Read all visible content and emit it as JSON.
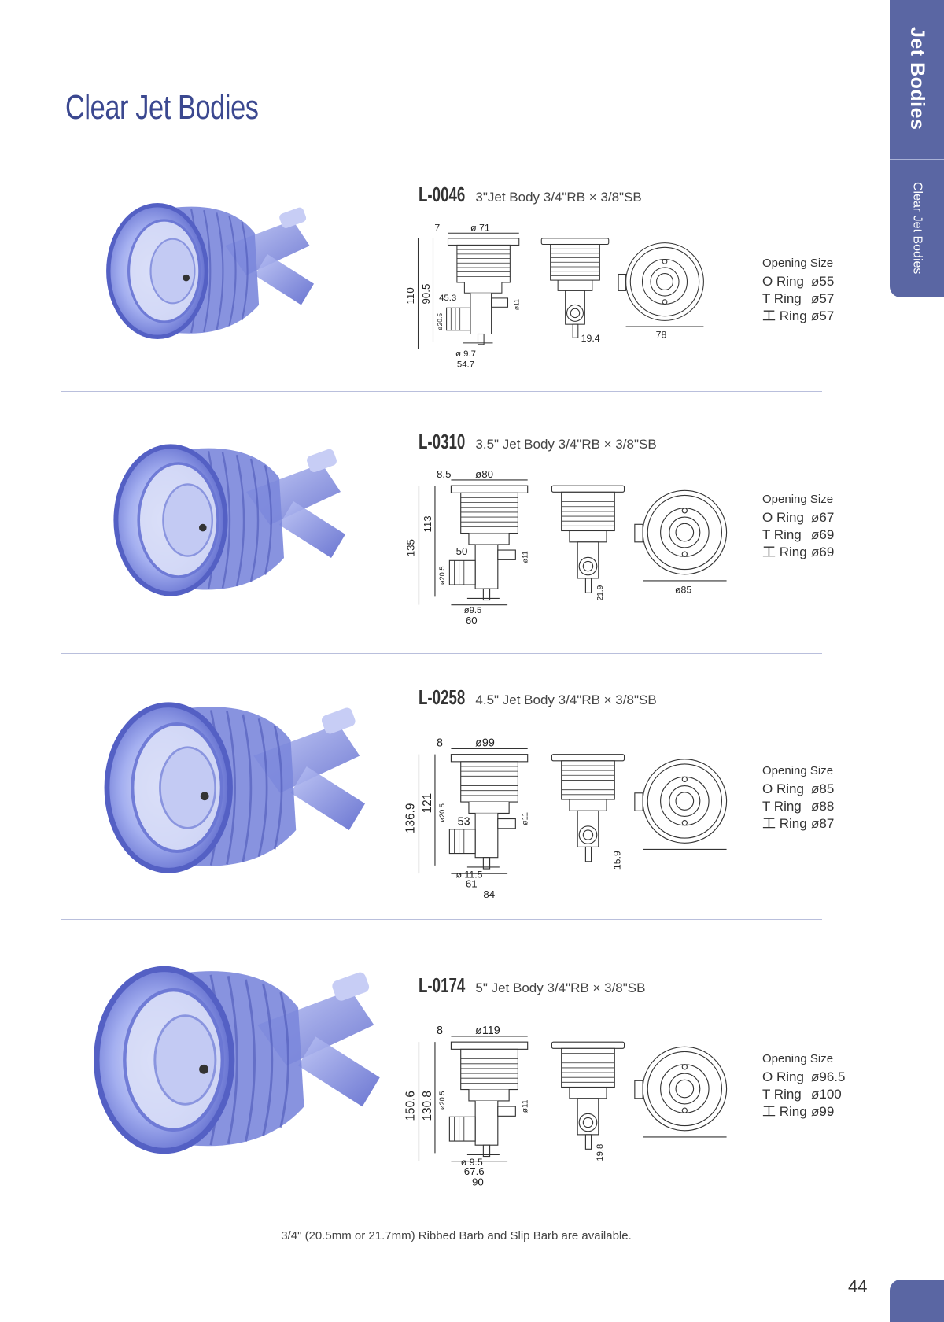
{
  "sidebar": {
    "category": "Jet Bodies",
    "subcategory": "Clear Jet Bodies"
  },
  "page_title": "Clear Jet Bodies",
  "products": [
    {
      "code": "L-0046",
      "description": "3\"Jet Body 3/4\"RB  ×  3/8\"SB",
      "dims": {
        "flange": "7",
        "outer": "ø 71",
        "height": "110",
        "body": "90.5",
        "offset": "45.3",
        "barb_large": "ø20.5",
        "barb_small": "ø11",
        "bottom": "ø 9.7",
        "width": "54.7",
        "side": "19.4",
        "front": "78"
      },
      "opening": {
        "heading": "Opening Size",
        "rows": [
          {
            "label": "O Ring",
            "value": "ø55"
          },
          {
            "label": "T Ring",
            "value": "ø57"
          },
          {
            "label": "工 Ring",
            "value": "ø57"
          }
        ]
      }
    },
    {
      "code": "L-0310",
      "description": "3.5\" Jet Body  3/4\"RB  ×  3/8\"SB",
      "dims": {
        "flange": "8.5",
        "outer": "ø80",
        "height": "135",
        "body": "113",
        "offset": "50",
        "barb_large": "ø20.5",
        "barb_small": "ø11",
        "bottom": "ø9.5",
        "width": "60",
        "side": "21.9",
        "front": "ø85"
      },
      "opening": {
        "heading": "Opening Size",
        "rows": [
          {
            "label": "O Ring",
            "value": "ø67"
          },
          {
            "label": "T Ring",
            "value": "ø69"
          },
          {
            "label": "工 Ring",
            "value": "ø69"
          }
        ]
      }
    },
    {
      "code": "L-0258",
      "description": "4.5\" Jet Body 3/4\"RB  ×  3/8\"SB",
      "dims": {
        "flange": "8",
        "outer": "ø99",
        "height": "136.9",
        "body": "121",
        "offset": "53",
        "barb_large": "ø20.5",
        "barb_small": "ø11",
        "bottom": "ø 11.5",
        "width": "61",
        "width2": "84",
        "side": "15.9"
      },
      "opening": {
        "heading": "Opening Size",
        "rows": [
          {
            "label": "O Ring",
            "value": "ø85"
          },
          {
            "label": "T Ring",
            "value": "ø88"
          },
          {
            "label": "工 Ring",
            "value": "ø87"
          }
        ]
      }
    },
    {
      "code": "L-0174",
      "description": "5\" Jet Body 3/4\"RB  ×  3/8\"SB",
      "dims": {
        "flange": "8",
        "outer": "ø119",
        "height": "150.6",
        "body": "130.8",
        "barb_large": "ø20.5",
        "barb_small": "ø11",
        "bottom": "ø 9.5",
        "width": "67.6",
        "width2": "90",
        "side": "19.8"
      },
      "opening": {
        "heading": "Opening Size",
        "rows": [
          {
            "label": "O Ring",
            "value": "ø96.5"
          },
          {
            "label": "T Ring",
            "value": "ø100"
          },
          {
            "label": "工 Ring",
            "value": "ø99"
          }
        ]
      }
    }
  ],
  "footer_note": "3/4\" (20.5mm or 21.7mm) Ribbed Barb and Slip Barb are available.",
  "page_number": "44",
  "colors": {
    "accent": "#5a66a3",
    "title": "#3b4890",
    "product_blue": "#6f7fd6",
    "divider": "#b9bfdc"
  }
}
